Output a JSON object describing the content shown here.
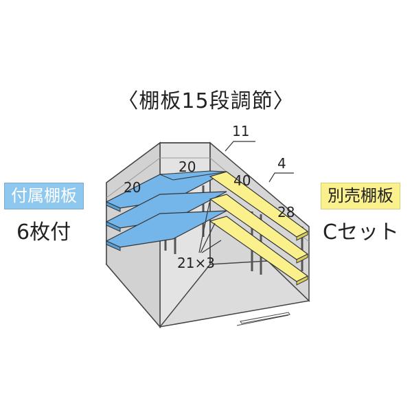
{
  "title": "〈棚板15段調節〉",
  "left_label": {
    "badge": "付属棚板",
    "count": "6枚付"
  },
  "right_label": {
    "badge": "別売棚板",
    "count": "Cセット"
  },
  "dimensions": {
    "d11": "11",
    "d4": "4",
    "d20a": "20",
    "d20b": "20",
    "d40": "40",
    "d28": "28",
    "d21x3": "21×3"
  },
  "colors": {
    "included_shelf": "#74b6e9",
    "optional_shelf": "#fbf18c",
    "shed": "#dcdcdc",
    "badge_blue": "#8ec8ef"
  }
}
